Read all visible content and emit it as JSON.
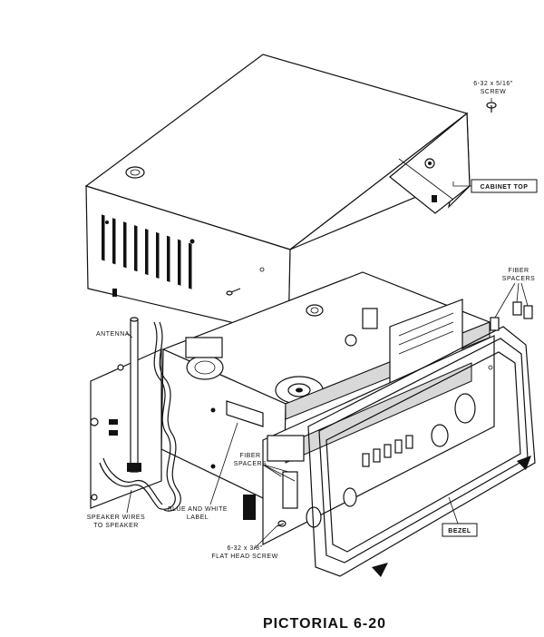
{
  "labels": {
    "screw_top": [
      "6-32 x 5/16\"",
      "SCREW"
    ],
    "cabinet_top": "CABINET TOP",
    "fiber_spacers_right": [
      "FIBER",
      "SPACERS"
    ],
    "antenna": "ANTENNA",
    "fiber_spacers_mid": [
      "FIBER",
      "SPACERS"
    ],
    "speaker_wires": [
      "SPEAKER WIRES",
      "TO SPEAKER"
    ],
    "blue_white_label": [
      "BLUE AND WHITE",
      "LABEL"
    ],
    "flat_head_screw": [
      "6-32 x 3/8\"",
      "FLAT HEAD SCREW"
    ],
    "bezel": "BEZEL"
  },
  "caption": "PICTORIAL 6-20"
}
